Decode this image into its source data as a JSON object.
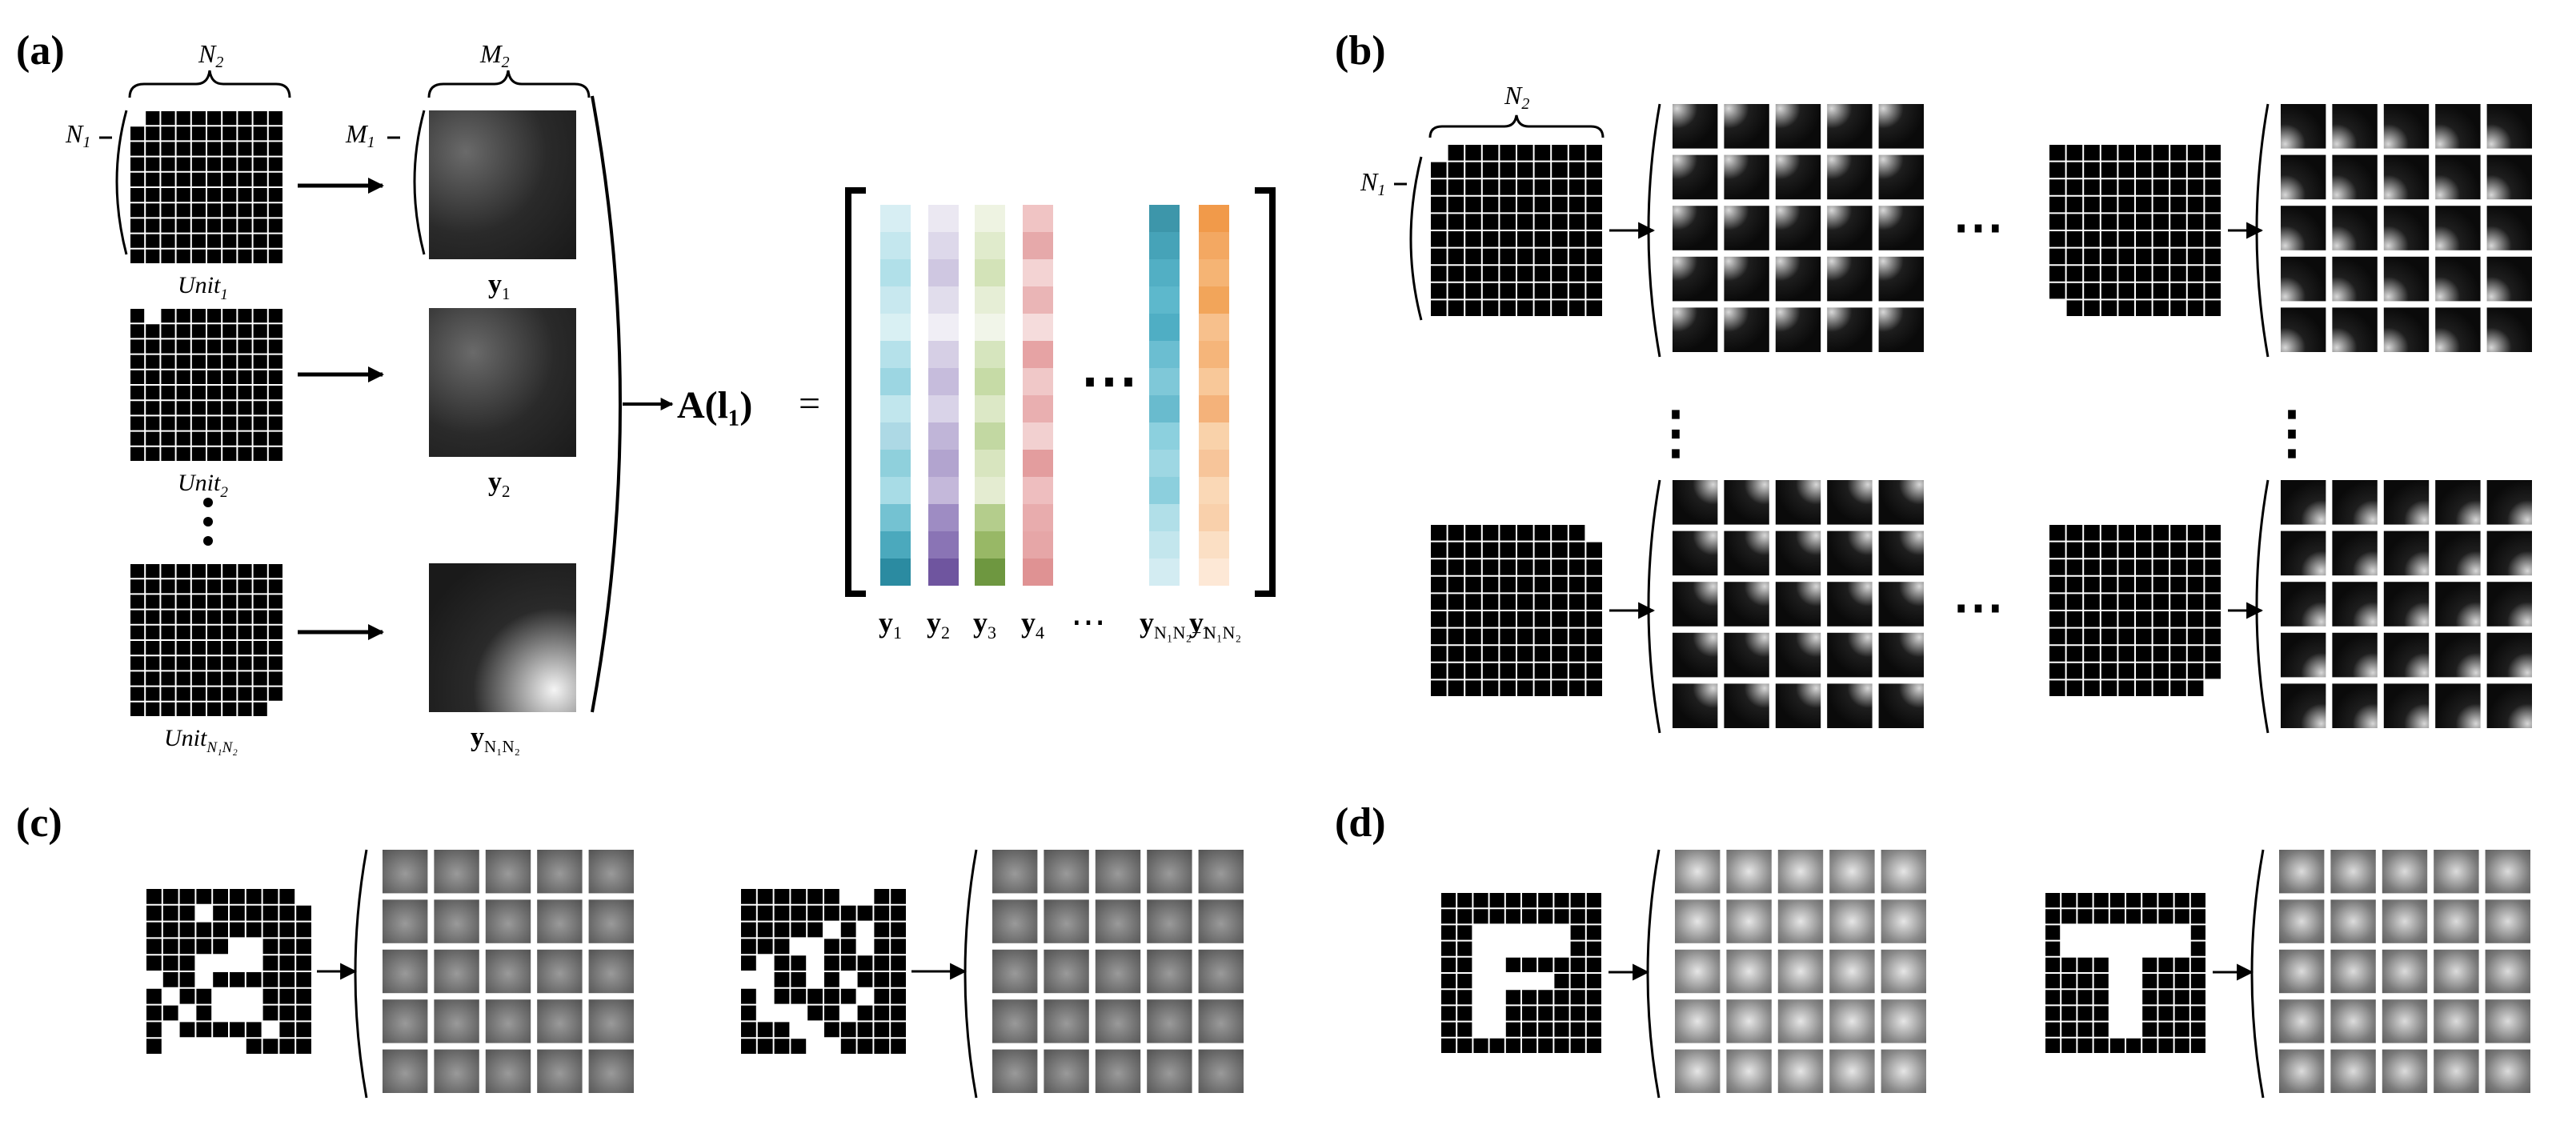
{
  "panels": {
    "a": {
      "label": "(a)",
      "n2": "N",
      "n2_sub": "2",
      "n1": "N",
      "n1_sub": "1",
      "m2": "M",
      "m2_sub": "2",
      "m1": "M",
      "m1_sub": "1",
      "units": [
        {
          "name": "Unit",
          "sub": "1",
          "white_cell": [
            0,
            0
          ]
        },
        {
          "name": "Unit",
          "sub": "2",
          "white_cell": [
            0,
            1
          ]
        },
        {
          "name": "Unit",
          "sub": "N₁N₂",
          "white_cell": [
            9,
            9
          ]
        }
      ],
      "outputs": [
        {
          "name": "y",
          "sub": "1",
          "light": [
            0.28,
            0.25
          ]
        },
        {
          "name": "y",
          "sub": "2",
          "light": [
            0.3,
            0.3
          ]
        },
        {
          "name": "y",
          "sub": "N₁N₂",
          "light": [
            0.85,
            0.85
          ]
        }
      ],
      "matrix_lhs": "A(l₁)",
      "equals": "=",
      "columns": [
        {
          "name": "y",
          "sub": "1",
          "colors": [
            "#d7eef3",
            "#c4e7ee",
            "#b1e0e9",
            "#c8e8ef",
            "#d9f0f3",
            "#b5e1ea",
            "#9cd6e2",
            "#c1e6ed",
            "#add9e5",
            "#8fd0dc",
            "#a8dce6",
            "#74c2d2",
            "#4ba9bd",
            "#2b8ba1"
          ]
        },
        {
          "name": "y",
          "sub": "2",
          "colors": [
            "#ebe8f2",
            "#ddd8ea",
            "#cfc7e1",
            "#e1ddec",
            "#f0eef5",
            "#d6cfe5",
            "#c6bcdc",
            "#d9d3e8",
            "#c0b5d8",
            "#b2a4cf",
            "#c4b8da",
            "#9e8cc3",
            "#8a74b5",
            "#6f559f"
          ]
        },
        {
          "name": "y",
          "sub": "3",
          "colors": [
            "#eef3e2",
            "#e0ebcc",
            "#d3e3b8",
            "#e6eed6",
            "#f1f5e9",
            "#d6e5be",
            "#c6dba6",
            "#dce8c6",
            "#c2d8a2",
            "#d8e5bf",
            "#e4ecd1",
            "#b4cd8c",
            "#98b866",
            "#6e9740"
          ]
        },
        {
          "name": "y",
          "sub": "4",
          "colors": [
            "#f0c4c4",
            "#e6a9aa",
            "#f3d3d3",
            "#eab5b6",
            "#f5dcdc",
            "#e6a3a4",
            "#f0c8c8",
            "#e9afb0",
            "#f2d0d0",
            "#e39d9e",
            "#eebebf",
            "#e8acad",
            "#e6a6a7",
            "#df9293"
          ]
        },
        {
          "name": "y",
          "sub": "N₁N₂−1",
          "colors": [
            "#3d96aa",
            "#46a3b8",
            "#52afc4",
            "#5db8cc",
            "#4faec4",
            "#6bbed1",
            "#7fc8d8",
            "#69bbce",
            "#8cd0de",
            "#9ed7e3",
            "#8ccfdd",
            "#b1dfe8",
            "#c3e6ed",
            "#d3ecf2"
          ]
        },
        {
          "name": "y",
          "sub": "N₁N₂",
          "colors": [
            "#f19a4a",
            "#f3a862",
            "#f5b474",
            "#f2a55a",
            "#f7c08c",
            "#f5b57a",
            "#f8c899",
            "#f4b27a",
            "#f9d2aa",
            "#f7c59a",
            "#fad8b6",
            "#f9d0ab",
            "#fbdfc4",
            "#fde8d6"
          ]
        }
      ],
      "ellipsis": "⋯",
      "row_ellipsis": "⋯"
    },
    "b": {
      "label": "(b)",
      "n2": "N",
      "n2_sub": "2",
      "n1": "N",
      "n1_sub": "1",
      "units": [
        {
          "white_cell": [
            0,
            0
          ],
          "light": [
            0.1,
            0.1
          ]
        },
        {
          "white_cell": [
            0,
            9
          ],
          "light": [
            0.1,
            0.9
          ]
        },
        {
          "white_cell": [
            9,
            0
          ],
          "light": [
            0.9,
            0.1
          ]
        },
        {
          "white_cell": [
            9,
            9
          ],
          "light": [
            0.9,
            0.9
          ]
        }
      ],
      "h_ellipsis": "⋯",
      "v_ellipsis": "⋮"
    },
    "c": {
      "label": "(c)",
      "patterns": [
        [
          "0000000001",
          "0001000000",
          "0000000000",
          "0000011000",
          "0001111000",
          "1001000000",
          "0100111000",
          "0010111000",
          "0100000100",
          "0111110000"
        ],
        [
          "0000001100",
          "0000000000",
          "0000010100",
          "0001100100",
          "0100100000",
          "1100101000",
          "0100000100",
          "0111001000",
          "0001100000",
          "0000110000"
        ]
      ]
    },
    "d": {
      "label": "(d)",
      "patterns": [
        [
          "0000000000",
          "0000000000",
          "0011111100",
          "0011111100",
          "0011000000",
          "0011111000",
          "0011000000",
          "0011000000",
          "0011000000",
          "0000000000"
        ],
        [
          "0000000000",
          "0000000000",
          "0111111110",
          "0111111110",
          "0000110000",
          "0000110000",
          "0000110000",
          "0000110000",
          "0000110000",
          "0000000000"
        ]
      ]
    }
  }
}
